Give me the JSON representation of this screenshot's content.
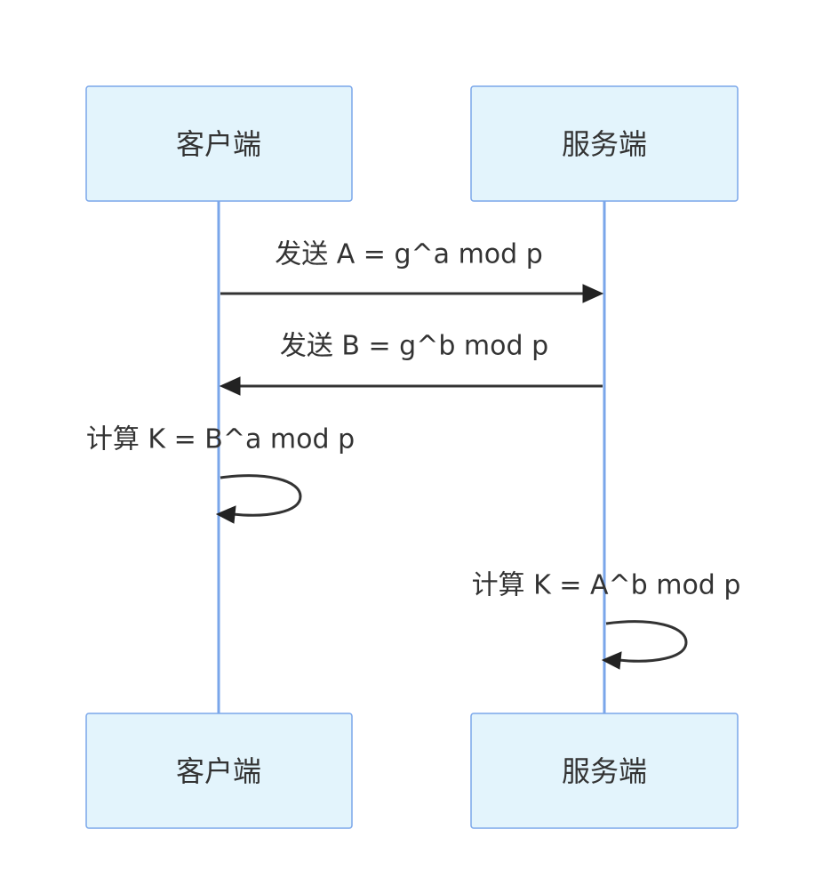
{
  "participants": {
    "client": {
      "label": "客户端"
    },
    "server": {
      "label": "服务端"
    }
  },
  "messages": [
    {
      "from": "client",
      "to": "server",
      "label": "发送 A = g^a mod p"
    },
    {
      "from": "server",
      "to": "client",
      "label": "发送 B = g^b mod p"
    },
    {
      "from": "client",
      "to": "client",
      "label": "计算 K = B^a mod p"
    },
    {
      "from": "server",
      "to": "server",
      "label": "计算 K = A^b mod p"
    }
  ],
  "colors": {
    "actor_fill": "#e3f4fc",
    "actor_stroke": "#7aa6ea",
    "lifeline": "#7aa6ea",
    "message_line": "#333333",
    "text": "#333333"
  }
}
